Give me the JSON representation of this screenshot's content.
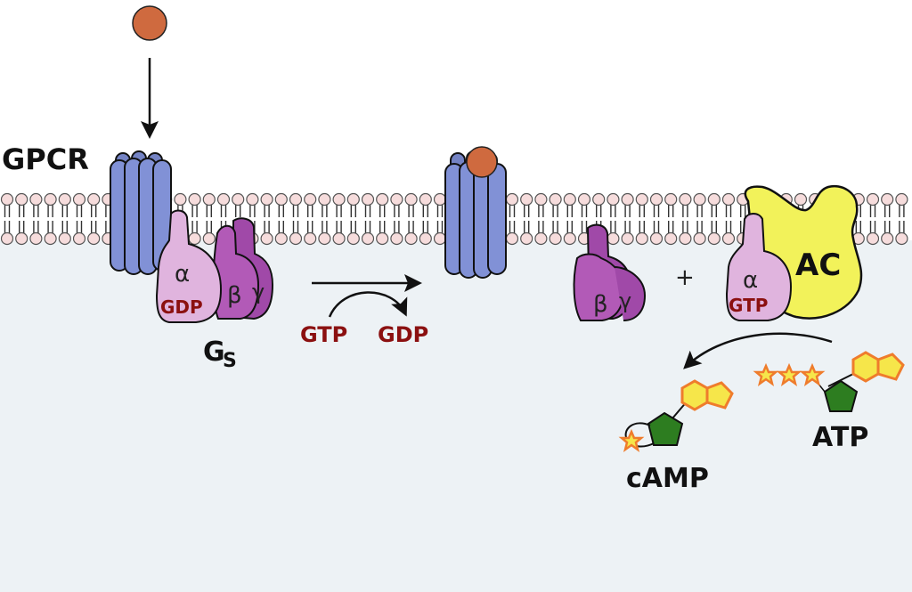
{
  "labels": {
    "gpcr": "GPCR",
    "gs_main": "G",
    "gs_sub": "S",
    "alpha": "α",
    "beta": "β",
    "gamma": "γ",
    "gdp_on_alpha": "GDP",
    "gtp_on_alpha": "GTP",
    "gtp_in": "GTP",
    "gdp_out": "GDP",
    "plus": "+",
    "ac": "AC",
    "camp": "cAMP",
    "atp": "ATP"
  },
  "colors": {
    "background": "#edf2f5",
    "membrane_head": "#f6dcdc",
    "receptor": "#8191d6",
    "ligand": "#cf6a3f",
    "alpha_subunit": "#e0b4de",
    "beta_gamma": "#b25ab7",
    "adenylyl_cyclase": "#f2f25a",
    "ribose": "#2d7d20",
    "adenine": "#f6e64a",
    "adenine_outline": "#ef7c2c",
    "phosphate_star": "#f6e64a",
    "label_red": "#8b1010"
  }
}
